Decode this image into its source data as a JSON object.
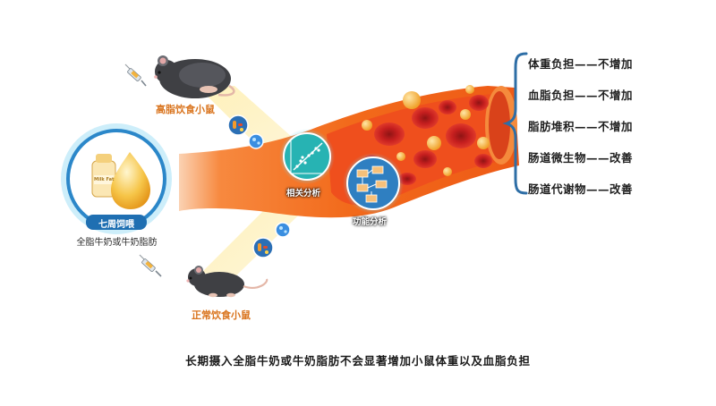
{
  "mice": {
    "high_fat_label": "高脂饮食小鼠",
    "normal_label": "正常饮食小鼠"
  },
  "center": {
    "badge": "七周饲喂",
    "subtitle": "全脂牛奶或牛奶脂肪",
    "bottle_text": "Milk Fat"
  },
  "analysis": {
    "correlation_label": "相关分析",
    "function_label": "功能分析"
  },
  "effects": [
    "体重负担——不增加",
    "血脂负担——不增加",
    "脂肪堆积——不增加",
    "肠道微生物——改善",
    "肠道代谢物——改善"
  ],
  "caption": "长期摄入全脂牛奶或牛奶脂肪不会显著增加小鼠体重以及血脂负担",
  "colors": {
    "vessel_orange": "#f26a1b",
    "vessel_inner": "#ef5a22",
    "blood_cell": "#c81e1e",
    "fat_globule": "#f4b33a",
    "bracket_blue": "#2e6ea6",
    "label_orange": "#d9731c",
    "badge_blue": "#1f6fb2",
    "circle_teal": "#27b3b3"
  }
}
